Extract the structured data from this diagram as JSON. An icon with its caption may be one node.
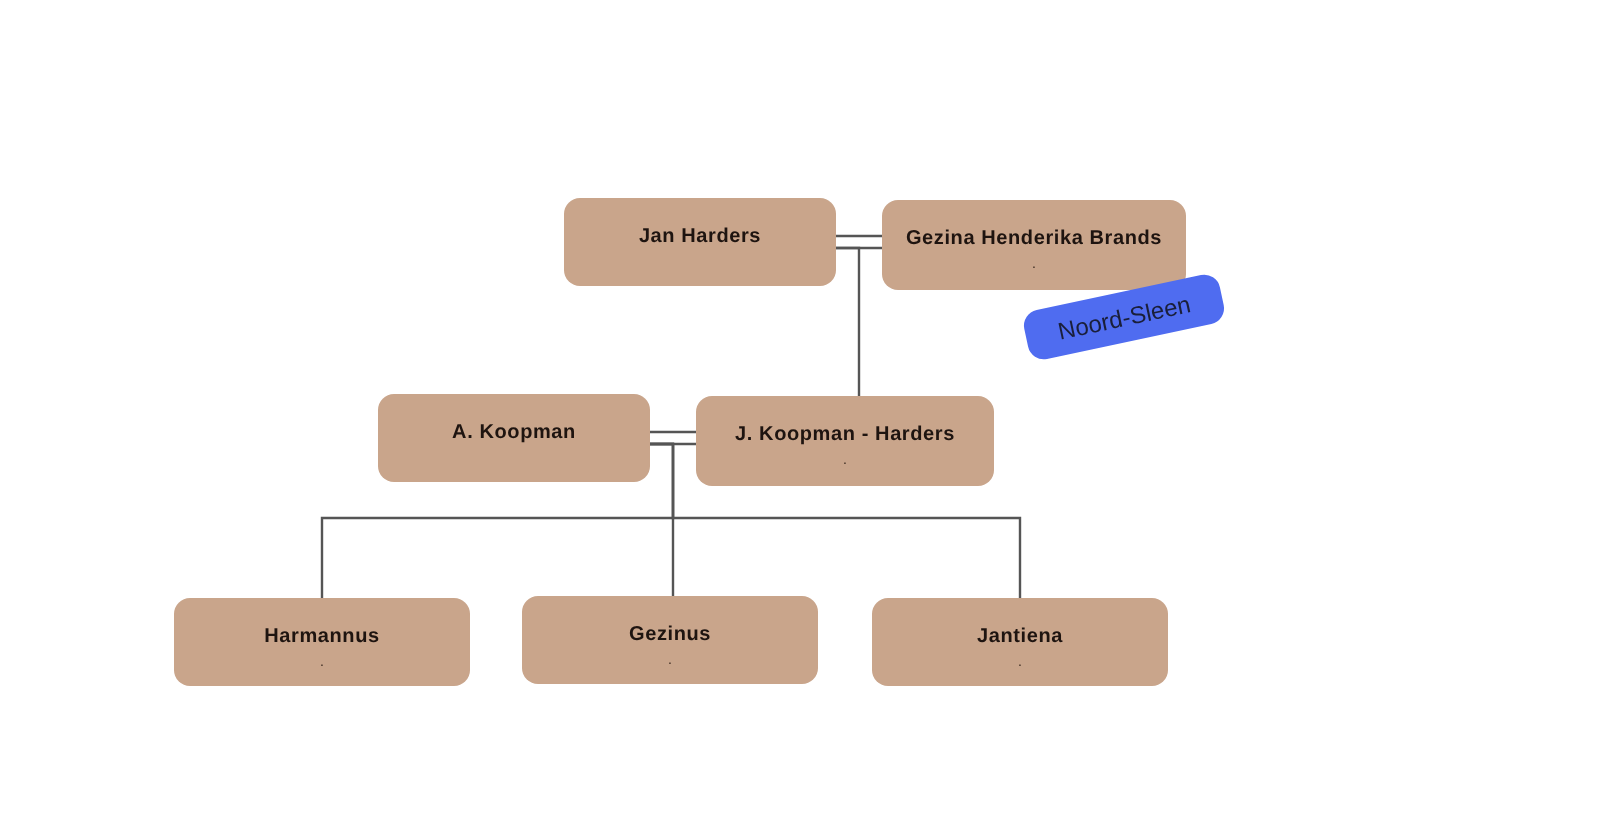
{
  "diagram": {
    "nodes": [
      {
        "text": [
          "Jan Harders"
        ]
      },
      {
        "text": [
          "Gezina Henderika Brands",
          "."
        ]
      },
      {
        "text": [
          "Noord-Sleen"
        ]
      },
      {
        "text": [
          "A. Koopman"
        ]
      },
      {
        "text": [
          "J. Koopman - Harders",
          "."
        ]
      },
      {
        "text": [
          "Harmannus",
          "."
        ]
      },
      {
        "text": [
          "Gezinus",
          "."
        ]
      },
      {
        "text": [
          "Jantiena",
          "."
        ]
      }
    ],
    "edges": [
      {
        "from": 0,
        "to": 1,
        "arrow": "none"
      },
      {
        "from": 0,
        "to": 4,
        "arrow": "none"
      },
      {
        "from": 3,
        "to": 4,
        "arrow": "none"
      },
      {
        "from": 3,
        "to": 5,
        "arrow": "none"
      },
      {
        "from": 3,
        "to": 6,
        "arrow": "none"
      },
      {
        "from": 3,
        "to": 7,
        "arrow": "none"
      }
    ]
  }
}
